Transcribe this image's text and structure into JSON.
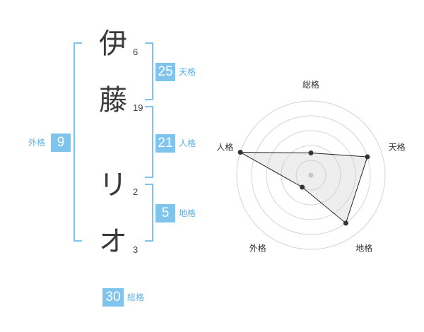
{
  "name_chars": [
    {
      "char": "伊",
      "strokes": "6"
    },
    {
      "char": "藤",
      "strokes": "19"
    },
    {
      "char": "リ",
      "strokes": "2"
    },
    {
      "char": "オ",
      "strokes": "3"
    }
  ],
  "fortune": {
    "tenkaku": {
      "value": "25",
      "label": "天格"
    },
    "jinkaku": {
      "value": "21",
      "label": "人格"
    },
    "chikaku": {
      "value": "5",
      "label": "地格"
    },
    "gaikaku": {
      "value": "9",
      "label": "外格"
    },
    "soukaku": {
      "value": "30",
      "label": "総格"
    }
  },
  "colors": {
    "accent": "#7ec4ec",
    "label": "#5bb0e6"
  },
  "chart_data": {
    "type": "radar",
    "axes": [
      "総格",
      "天格",
      "地格",
      "外格",
      "人格"
    ],
    "values": [
      1.5,
      4,
      4,
      1,
      5
    ],
    "max": 5,
    "rings": 5
  }
}
